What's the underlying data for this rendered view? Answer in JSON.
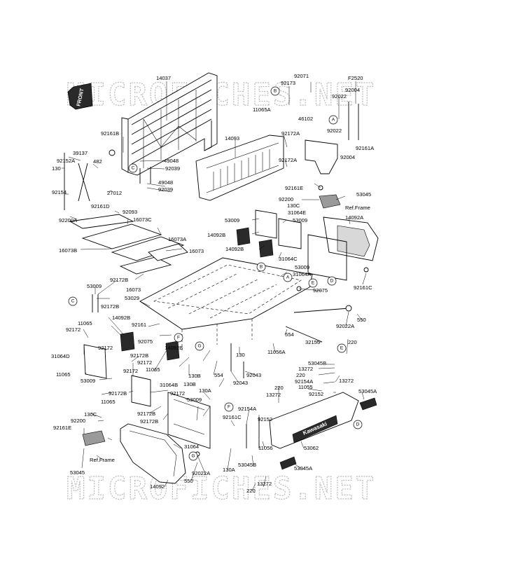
{
  "watermark": {
    "top": "MICROFICHES.NET",
    "bottom": "MICROFICHES.NET"
  },
  "front_tag": "FRONT",
  "callout_letters": [
    "A",
    "B",
    "C",
    "D",
    "E",
    "F",
    "G"
  ],
  "part_labels": [
    "14037",
    "92071",
    "92173",
    "46102",
    "11065A",
    "F2520",
    "92004",
    "92022",
    "92022",
    "92004",
    "92161A",
    "92161B",
    "39137",
    "92152A",
    "130",
    "482",
    "27012",
    "92154",
    "92161D",
    "92200A",
    "49048",
    "92039",
    "49048",
    "92039",
    "14093",
    "92172A",
    "92172A",
    "92161E",
    "53045",
    "92200",
    "130C",
    "Ref.Frame",
    "92093",
    "16073C",
    "16073A",
    "16073",
    "16073B",
    "16073",
    "53009",
    "31064E",
    "53009",
    "14092B",
    "14092B",
    "31064C",
    "53009",
    "31064A",
    "14092A",
    "92161C",
    "92172B",
    "53009",
    "53029",
    "92172B",
    "92075",
    "550",
    "92022A",
    "554",
    "32155",
    "11056A",
    "11065",
    "14092B",
    "92172",
    "92172",
    "31064D",
    "92172B",
    "92172",
    "92161",
    "92075",
    "14092B",
    "11065",
    "11065",
    "92172",
    "53009",
    "31064B",
    "92172B",
    "11065",
    "92172",
    "53009",
    "130B",
    "554",
    "130B",
    "92043",
    "130",
    "92043",
    "220",
    "53045B",
    "13272",
    "220",
    "13272",
    "92154A",
    "11055",
    "53045A",
    "92152",
    "13272",
    "220",
    "130C",
    "92200",
    "92161E",
    "Ref.Frame",
    "53045",
    "92172B",
    "92172B",
    "130A",
    "92154A",
    "92161C",
    "92152",
    "11056",
    "53062",
    "31064",
    "14092",
    "550",
    "92022A",
    "130A",
    "53045B",
    "53045A",
    "13272",
    "220"
  ]
}
